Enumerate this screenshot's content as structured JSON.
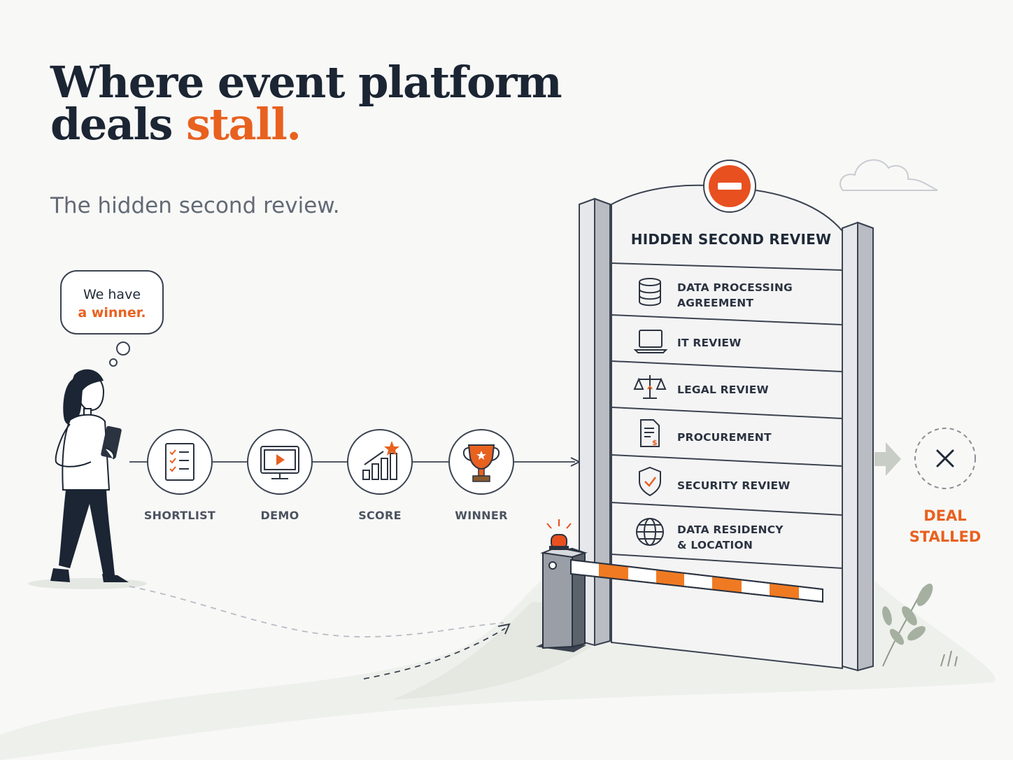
{
  "headline": {
    "line1": "Where event platform",
    "line2_prefix": "deals ",
    "line2_accent": "stall."
  },
  "subtitle": "The hidden second review.",
  "speech": {
    "line1": "We have",
    "line2": "a winner."
  },
  "steps": [
    {
      "label": "SHORTLIST",
      "icon": "checklist-icon"
    },
    {
      "label": "DEMO",
      "icon": "video-monitor-icon"
    },
    {
      "label": "SCORE",
      "icon": "bar-chart-star-icon"
    },
    {
      "label": "WINNER",
      "icon": "trophy-icon"
    }
  ],
  "sign": {
    "title": "HIDDEN SECOND REVIEW",
    "badge_icon": "no-entry-icon",
    "items": [
      {
        "line1": "DATA PROCESSING",
        "line2": "AGREEMENT",
        "icon": "database-icon"
      },
      {
        "line1": "IT REVIEW",
        "line2": "",
        "icon": "laptop-icon"
      },
      {
        "line1": "LEGAL REVIEW",
        "line2": "",
        "icon": "scales-icon"
      },
      {
        "line1": "PROCUREMENT",
        "line2": "",
        "icon": "invoice-document-icon"
      },
      {
        "line1": "SECURITY REVIEW",
        "line2": "",
        "icon": "shield-check-icon"
      },
      {
        "line1": "DATA RESIDENCY",
        "line2": "& LOCATION",
        "icon": "globe-icon"
      }
    ]
  },
  "outcome": {
    "line1": "DEAL",
    "line2": "STALLED",
    "icon": "x-icon"
  },
  "colors": {
    "accent": "#e8611f",
    "ink": "#1b2533",
    "muted": "#626a75"
  }
}
